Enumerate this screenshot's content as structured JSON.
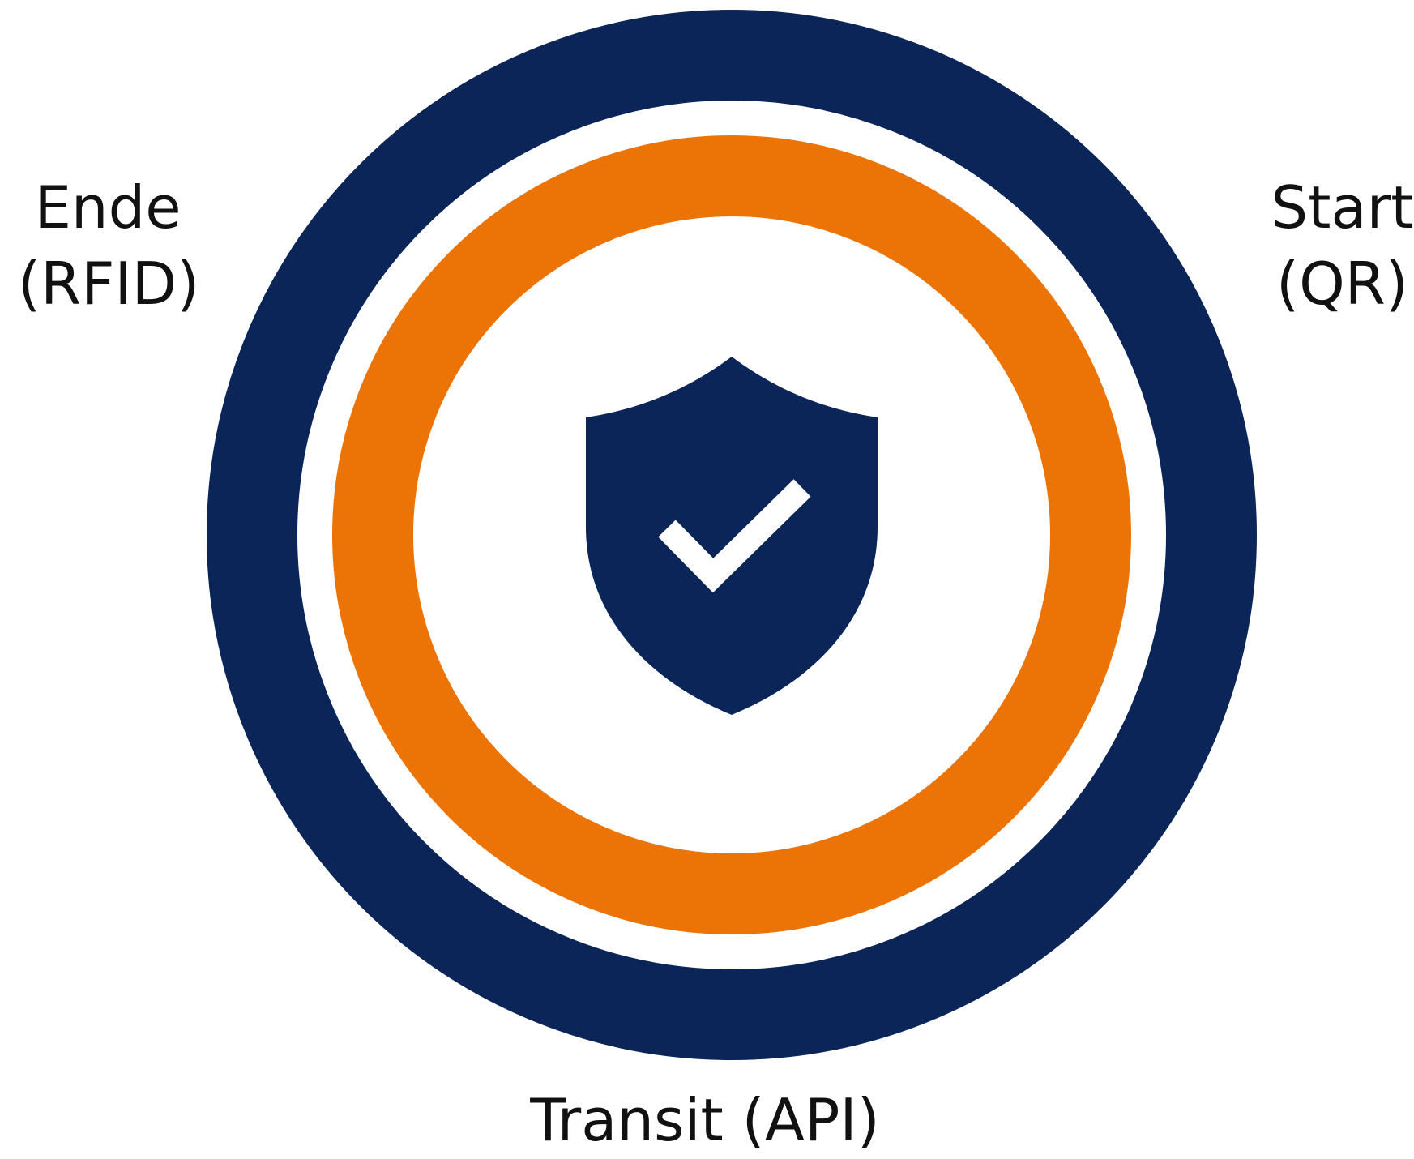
{
  "colors": {
    "background": "#ffffff",
    "outer_ring": "#0b2559",
    "inner_ring": "#ec7407",
    "shield": "#0b2559",
    "checkmark": "#ffffff",
    "text": "#111111"
  },
  "labels": {
    "ende_line1": "Ende",
    "ende_line2": "(RFID)",
    "start_line1": "Start",
    "start_line2": "(QR)",
    "transit": "Transit (API)"
  },
  "icons": {
    "center": "shield-check-icon"
  }
}
